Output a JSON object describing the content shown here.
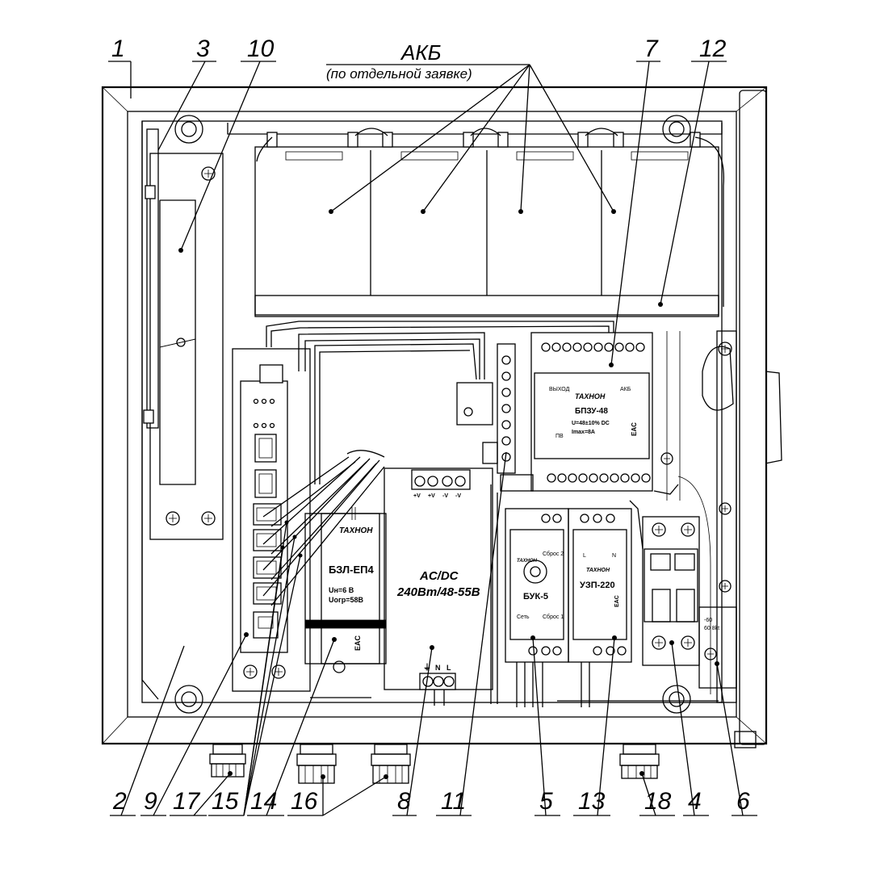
{
  "battery": {
    "title": "АКБ",
    "subtitle": "(по отдельной заявке)"
  },
  "callouts_top": [
    "1",
    "3",
    "10",
    "7",
    "12"
  ],
  "callouts_bottom": [
    "2",
    "9",
    "17",
    "15",
    "14",
    "16",
    "8",
    "11",
    "5",
    "13",
    "18",
    "4",
    "6"
  ],
  "modules": {
    "bpzu": {
      "brand": "TAXHOH",
      "name": "БПЗУ-48",
      "spec1": "U=48±10% DC",
      "spec2": "Imax=8A",
      "out_label": "ВЫХОД",
      "akb_label": "АКБ",
      "pb_label": "ПВ"
    },
    "bzl": {
      "brand": "TAXHOH",
      "name": "БЗЛ-ЕП4",
      "spec1": "Uн=6 В",
      "spec2": "Uогр=58В"
    },
    "psu": {
      "line1": "AC/DC",
      "line2": "240Вт/48-55В",
      "terms_top": [
        "+V",
        "+V",
        "-V",
        "-V"
      ],
      "terms_bottom": [
        "⏚",
        "N",
        "L"
      ]
    },
    "buk": {
      "brand": "TAXHOH",
      "name": "БУК-5",
      "sbros2": "Сброс 2",
      "set": "Сеть",
      "sbros1": "Сброс 1"
    },
    "uzp": {
      "brand": "TAXHOH",
      "name": "УЗП-220",
      "l_label": "L",
      "n_label": "N"
    }
  },
  "marks": {
    "eac": "EAC",
    "breaker_1": "-60",
    "breaker_2": "60 8kt"
  }
}
